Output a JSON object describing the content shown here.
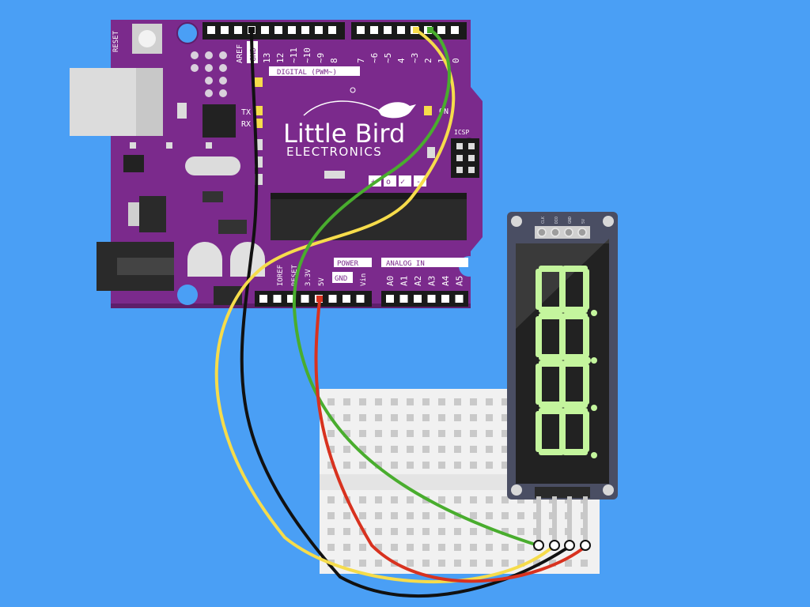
{
  "colors": {
    "background": "#4a9ff5",
    "board": "#7b2a8c",
    "board_shadow": "#5e1f6b",
    "header": "#1a1a1a",
    "wire_black": "#111111",
    "wire_yellow": "#f6dc4b",
    "wire_green": "#49ad2e",
    "wire_red": "#d8321f",
    "segment": "#c4f59d",
    "display_panel": "#4a4e63"
  },
  "board": {
    "reset_label": "RESET",
    "aref_label": "AREF",
    "gnd_top_label": "GND",
    "digital_pins": [
      "13",
      "12",
      "~11",
      "~10",
      "~9",
      "8",
      "7",
      "~6",
      "~5",
      "4",
      "~3",
      "2",
      "1",
      "0"
    ],
    "digital_label": "DIGITAL (PWM~)",
    "tx_label": "TX",
    "rx_label": "RX",
    "on_label": "ON",
    "icsp_label": "ICSP",
    "brand_name": "Little Bird",
    "brand_sub": "ELECTRONICS",
    "power_label": "POWER",
    "analog_label": "ANALOG IN",
    "power_pins": [
      "IOREF",
      "RESET",
      "3.3V",
      "5V",
      "GND",
      "Vin"
    ],
    "analog_pins": [
      "A0",
      "A1",
      "A2",
      "A3",
      "A4",
      "A5"
    ]
  },
  "display": {
    "header_pins": [
      "CLK",
      "DIO",
      "GND",
      "5V"
    ],
    "digits": [
      "8",
      "8",
      "8",
      "8"
    ]
  },
  "wires": [
    {
      "name": "black",
      "from": "GND",
      "to": "GND"
    },
    {
      "name": "yellow",
      "from": "~3",
      "to": "DIO"
    },
    {
      "name": "green",
      "from": "2",
      "to": "CLK"
    },
    {
      "name": "red",
      "from": "5V",
      "to": "5V"
    }
  ]
}
